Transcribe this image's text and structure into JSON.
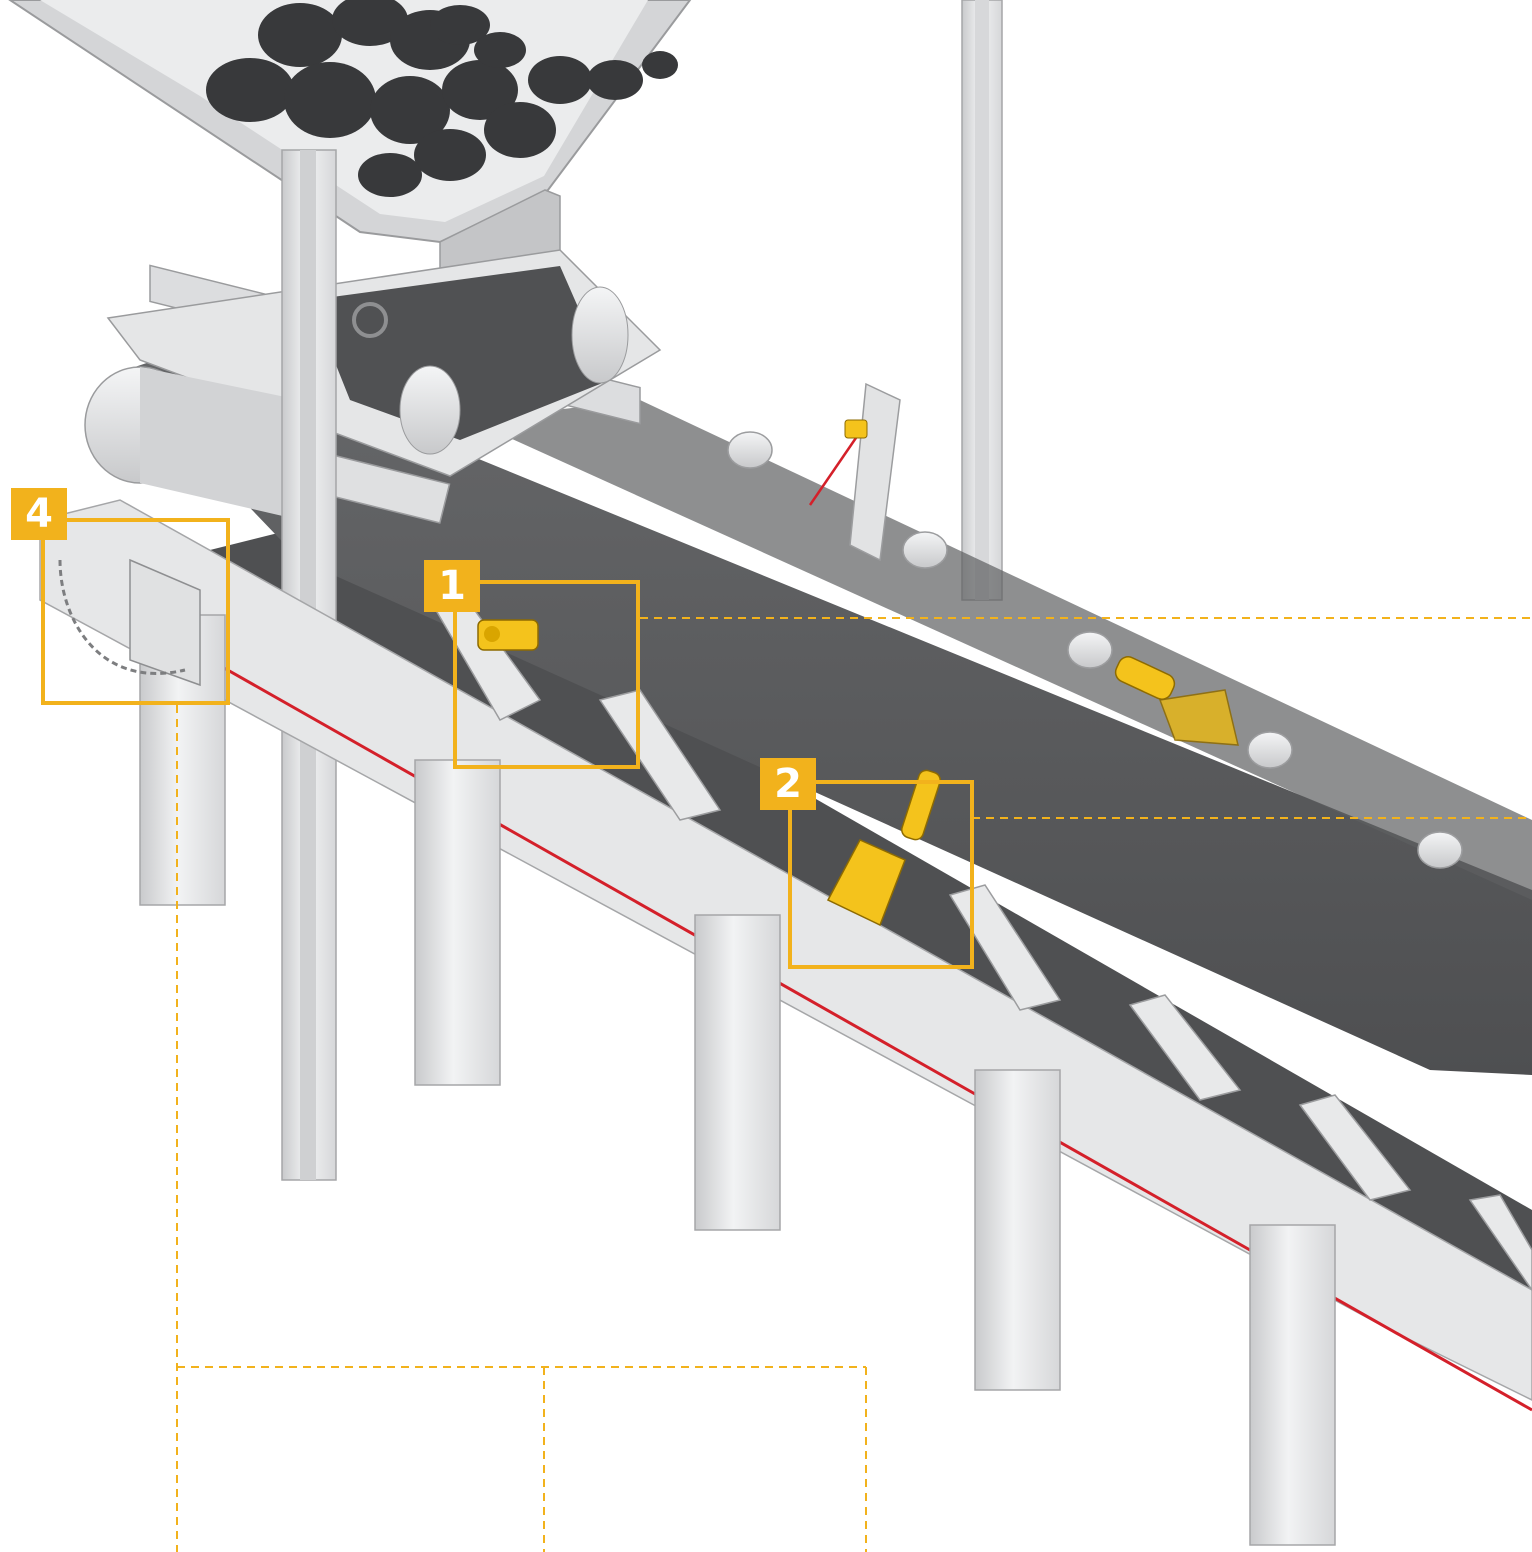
{
  "callouts": [
    {
      "label": "4"
    },
    {
      "label": "1"
    },
    {
      "label": "2"
    }
  ],
  "colors": {
    "accent": "#f2b21c",
    "pull_cord": "#d4202a",
    "belt": "#5a5b5d",
    "frame": "#e4e5e6",
    "coal": "#3a3b3d",
    "device": "#f4c31c"
  }
}
